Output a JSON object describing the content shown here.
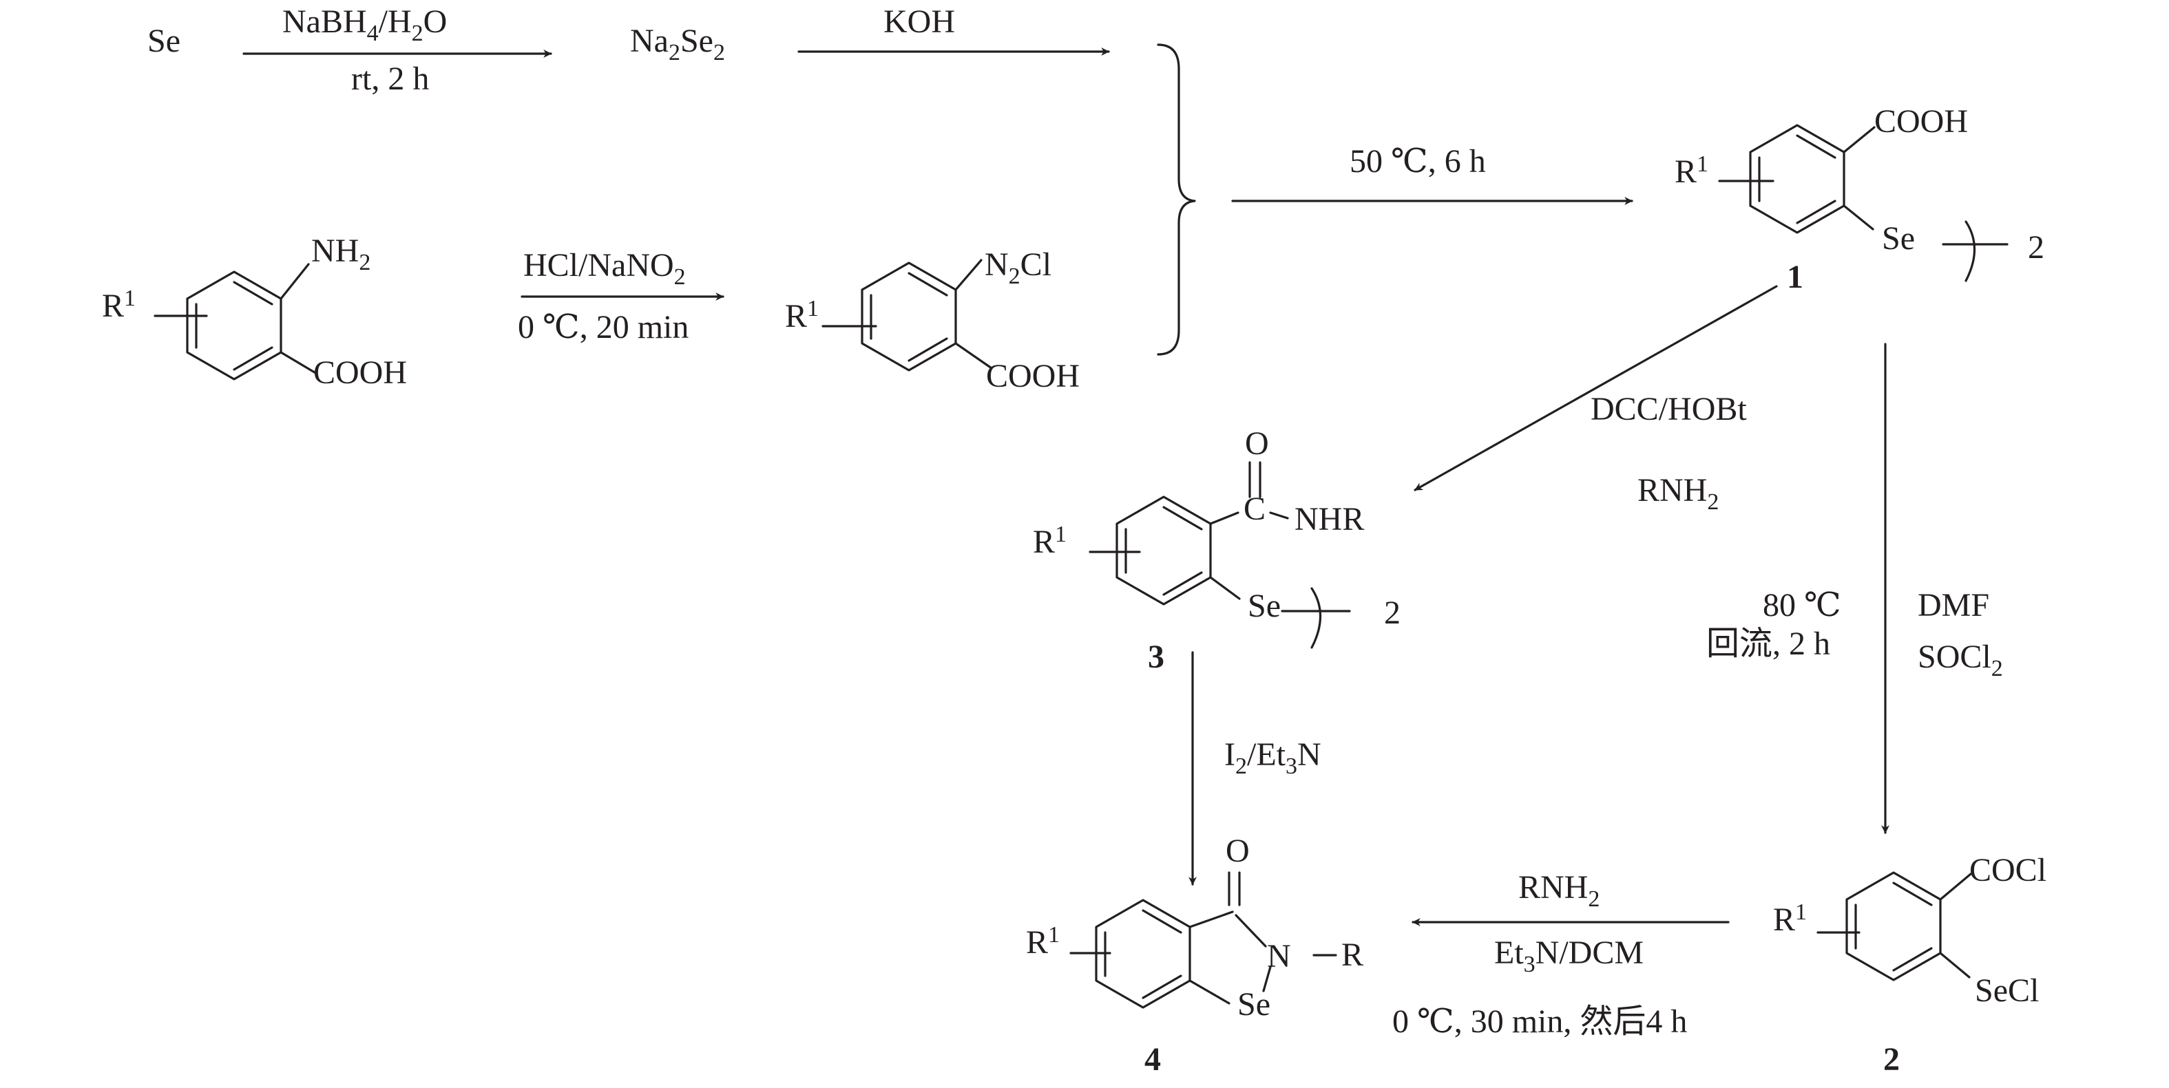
{
  "reactants": {
    "selenium": "Se",
    "sodium_diselenide": {
      "main": "Na",
      "sub1": "2",
      "mid": "Se",
      "sub2": "2"
    },
    "aminobenzoic_acid": {
      "substituent": "R",
      "substituent_sup": "1",
      "amino": {
        "main": "NH",
        "sub": "2"
      },
      "acid": "COOH"
    },
    "diazonium_salt": {
      "substituent": "R",
      "substituent_sup": "1",
      "diazo": {
        "pre": "N",
        "sub": "2",
        "post": "Cl"
      },
      "acid": "COOH"
    }
  },
  "conditions": {
    "step_reduction": {
      "reagent": {
        "a": "NaBH",
        "a_sub": "4",
        "b": "/H",
        "b_sub": "2",
        "c": "O"
      },
      "condition": "rt, 2 h"
    },
    "step_base": "KOH",
    "step_diazotization": {
      "reagent": {
        "a": "HCl/NaNO",
        "a_sub": "2"
      },
      "condition": "0 ℃, 20 min"
    },
    "step_coupling": "50 ℃, 6 h",
    "step_amidation": {
      "reagent_1": "DCC/HOBt",
      "reagent_2": {
        "main": "RNH",
        "sub": "2"
      }
    },
    "step_chlorination": {
      "reagent_1": "DMF",
      "reagent_2": {
        "main": "SOCl",
        "sub": "2"
      },
      "temperature": "80 ℃",
      "condition": "回流, 2 h"
    },
    "step_cyclization_iodine": {
      "a": "I",
      "a_sub": "2",
      "b": "/Et",
      "b_sub": "3",
      "c": "N"
    },
    "step_cyclization_amine": {
      "reagent_1": {
        "main": "RNH",
        "sub": "2"
      },
      "reagent_2": {
        "a": "Et",
        "a_sub": "3",
        "b": "N/DCM"
      },
      "condition": "0 ℃, 30 min, 然后4 h"
    }
  },
  "compounds": {
    "c1": {
      "label": "1",
      "substituent": "R",
      "substituent_sup": "1",
      "acid": "COOH",
      "selenium": "Se",
      "multiplier": "2"
    },
    "c2": {
      "label": "2",
      "substituent": "R",
      "substituent_sup": "1",
      "acyl": "COCl",
      "selenyl": "SeCl"
    },
    "c3": {
      "label": "3",
      "substituent": "R",
      "substituent_sup": "1",
      "oxygen": "O",
      "carbon": "C",
      "amide": "NHR",
      "selenium": "Se",
      "multiplier": "2"
    },
    "c4": {
      "label": "4",
      "substituent": "R",
      "substituent_sup": "1",
      "oxygen": "O",
      "nitrogen": "N",
      "r_group": "R",
      "selenium": "Se"
    }
  },
  "colors": {
    "ink": "#231f20",
    "background": "#ffffff"
  }
}
